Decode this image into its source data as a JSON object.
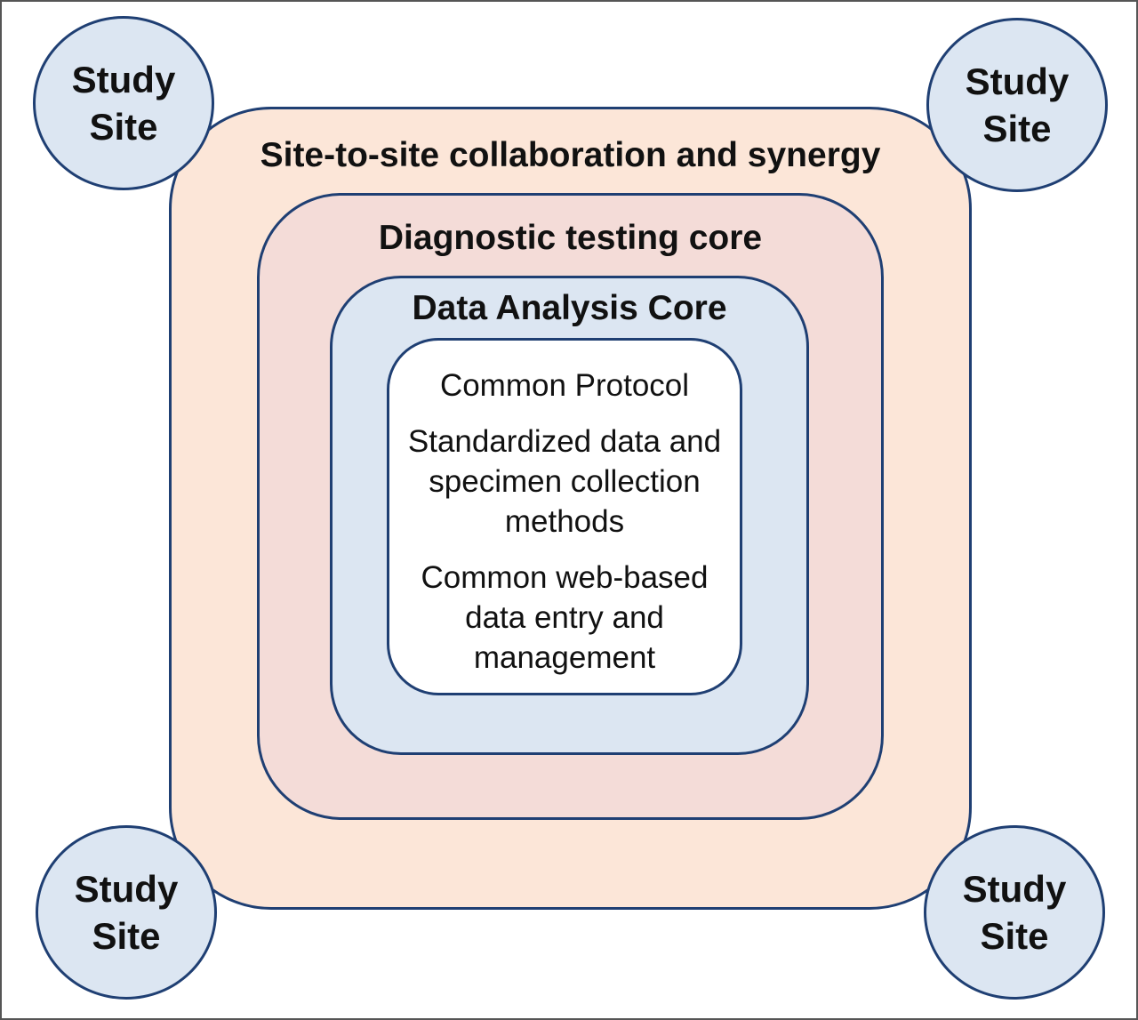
{
  "layers": {
    "collaboration": "Site-to-site collaboration and synergy",
    "diagnostic": "Diagnostic testing core",
    "data_analysis": "Data Analysis Core"
  },
  "center": {
    "items": [
      "Common Protocol",
      "Standardized data and specimen collection methods",
      "Common web-based data entry and management"
    ]
  },
  "sites": [
    "Study Site",
    "Study Site",
    "Study Site",
    "Study Site"
  ],
  "colors": {
    "outline": "#1f3f73",
    "collaboration_fill": "#fce6d8",
    "diagnostic_fill": "#f4dcd8",
    "data_fill": "#dce6f2",
    "site_fill": "#dce6f2"
  }
}
